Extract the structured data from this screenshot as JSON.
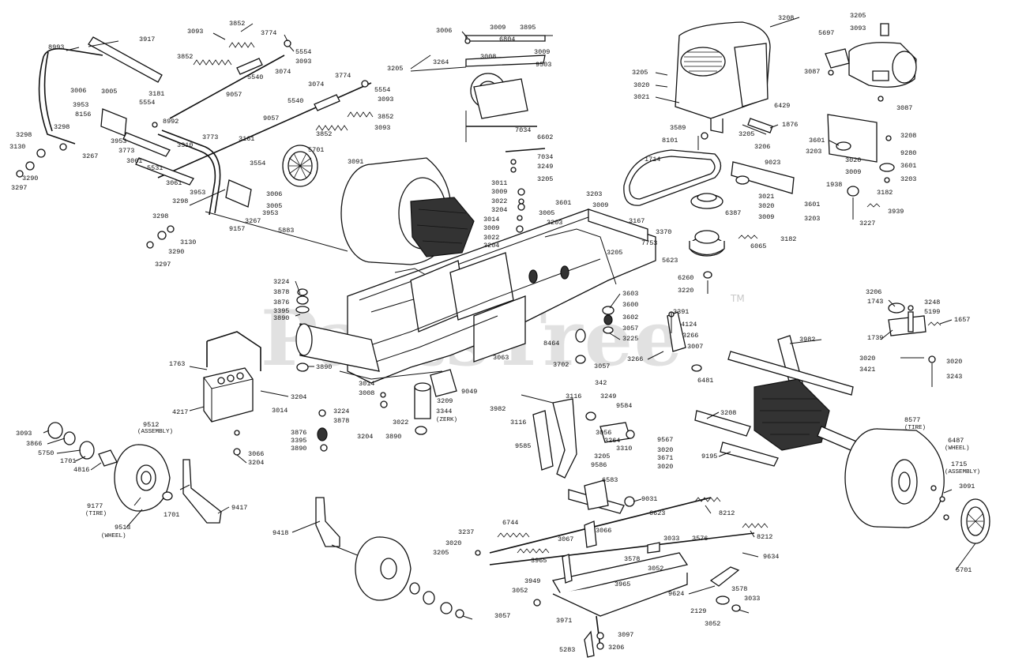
{
  "watermark": {
    "text": "PartsTree",
    "tm": "TM"
  },
  "labels": {
    "l3917": "3917",
    "l8993": "8993",
    "l3093a": "3093",
    "l3852a": "3852",
    "l3774a": "3774",
    "l5554a": "5554",
    "l3093b": "3093",
    "l3852b": "3852",
    "l5540a": "5540",
    "l3074a": "3074",
    "l9057a": "9057",
    "l3006a": "3006",
    "l3005a": "3005",
    "l3181": "3181",
    "l3953a": "3953",
    "l5554b": "5554",
    "l8156": "8156",
    "l3298a": "3298",
    "l3130a": "3130",
    "l3290a": "3290",
    "l3297a": "3297",
    "l3267a": "3267",
    "l3953b": "3953",
    "l3773a": "3773",
    "l8992": "8992",
    "l3061a": "3061",
    "l3310": "3310",
    "l5531": "5531",
    "l3773b": "3773",
    "l3161": "3161",
    "l3061b": "3061",
    "l3953c": "3953",
    "l3298b": "3298",
    "l9157": "9157",
    "l3267b": "3267",
    "l3953d": "3953",
    "l3005b": "3005",
    "l3006b": "3006",
    "l3298c": "3298",
    "l3130b": "3130",
    "l3290b": "3290",
    "l3297b": "3297",
    "l5883": "5883",
    "l3074b": "3074",
    "l3774b": "3774",
    "l5554c": "5554",
    "l3093c": "3093",
    "l5540b": "5540",
    "l9057b": "9057",
    "l3852c": "3852",
    "l3093d": "3093",
    "l3852d": "3852",
    "l5701": "5701",
    "l3554": "3554",
    "l3091": "3091",
    "l3006c": "3006",
    "l3009a": "3009",
    "l3895": "3895",
    "l6804": "6804",
    "l3205a": "3205",
    "l3264a": "3264",
    "l3008": "3008",
    "l3009b": "3009",
    "l9503": "9503",
    "l7034a": "7034",
    "l6602": "6602",
    "l7034b": "7034",
    "l3249a": "3249",
    "l3205b": "3205",
    "l3011": "3011",
    "l3009c": "3009",
    "l3022a": "3022",
    "l3204a": "3204",
    "l3014a": "3014",
    "l3009d": "3009",
    "l3022b": "3022",
    "l3204b": "3204",
    "l3005c": "3005",
    "l3203a": "3203",
    "l3601a": "3601",
    "l3203b": "3203",
    "l3009e": "3009",
    "l3167": "3167",
    "l7753": "7753",
    "l3205c": "3205",
    "l3208a": "3208",
    "l3205d": "3205",
    "l3020a": "3020",
    "l3021a": "3021",
    "l3589": "3589",
    "l6429": "6429",
    "l1876": "1876",
    "l8101": "8101",
    "l3205e": "3205",
    "l1714": "1714",
    "l3206a": "3206",
    "l9023": "9023",
    "l3021b": "3021",
    "l3020b": "3020",
    "l3009f": "3009",
    "l6387": "6387",
    "l3370": "3370",
    "l6065": "6065",
    "l3182a": "3182",
    "l5623": "5623",
    "l6260": "6260",
    "l3220": "3220",
    "l3205f": "3205",
    "l3093e": "3093",
    "l5697": "5697",
    "l3087a": "3087",
    "l3087b": "3087",
    "l3208b": "3208",
    "l3601b": "3601",
    "l3203c": "3203",
    "l3020c": "3020",
    "l9280": "9280",
    "l3009g": "3009",
    "l3601c": "3601",
    "l3203d": "3203",
    "l1938": "1938",
    "l3182b": "3182",
    "l3939": "3939",
    "l3601d": "3601",
    "l3203e": "3203",
    "l3227": "3227",
    "l3224a": "3224",
    "l3878a": "3878",
    "l3876a": "3876",
    "l3395a": "3395",
    "l3890a": "3890",
    "l3603": "3603",
    "l3600": "3600",
    "l3602": "3602",
    "l3057a": "3057",
    "l3225": "3225",
    "l3391": "3391",
    "l4124": "4124",
    "l3266a": "3266",
    "l3007": "3007",
    "l3266b": "3266",
    "l3702": "3702",
    "l3057b": "3057",
    "l342": "342",
    "l6481": "6481",
    "l3982a": "3982",
    "l3206b": "3206",
    "l1743": "1743",
    "l3248a": "3248",
    "l5199": "5199",
    "l1657": "1657",
    "l1739": "1739",
    "l3020d": "3020",
    "l3020e": "3020",
    "l3421": "3421",
    "l3243": "3243",
    "l1763": "1763",
    "l3890b": "3890",
    "l3204c": "3204",
    "l3014b": "3014",
    "l4217": "4217",
    "l3014c": "3014",
    "l3209": "3209",
    "l9049": "9049",
    "l3063": "3063",
    "l3008b": "3008",
    "l3344": "3344",
    "l3344b": "(ZERK)",
    "l3022c": "3022",
    "l8464": "8464",
    "l3224b": "3224",
    "l3878b": "3878",
    "l3876b": "3876",
    "l3395b": "3395",
    "l3890c": "3890",
    "l3204d": "3204",
    "l3890d": "3890",
    "l3066": "3066",
    "l3204e": "3204",
    "l3093f": "3093",
    "l3866": "3866",
    "l5750": "5750",
    "l1701a": "1701",
    "l4816": "4816",
    "l9512": "9512",
    "l9512b": "(ASSEMBLY)",
    "l9177": "9177",
    "l9177b": "(TIRE)",
    "l9513": "9513",
    "l9513b": "(WHEEL)",
    "l1701b": "1701",
    "l9417": "9417",
    "l9418": "9418",
    "l3116a": "3116",
    "l3249b": "3249",
    "l3982b": "3982",
    "l3116b": "3116",
    "l9584": "9584",
    "l3056": "3056",
    "l3264b": "3264",
    "l3310b": "3310",
    "l9567": "9567",
    "l3020f": "3020",
    "l3671": "3671",
    "l3020g": "3020",
    "l9585": "9585",
    "l3205g": "3205",
    "l9586": "9586",
    "l6583": "6583",
    "l9031": "9031",
    "l6623": "6623",
    "l8212a": "8212",
    "l8212b": "8212",
    "l6744": "6744",
    "l3237": "3237",
    "l3020h": "3020",
    "l3205h": "3205",
    "l3067": "3067",
    "l3066b": "3066",
    "l3033a": "3033",
    "l3576a": "3576",
    "l9634": "9634",
    "l3052a": "3052",
    "l3578": "3578",
    "l3965a": "3965",
    "l3949": "3949",
    "l3965b": "3965",
    "l3052b": "3052",
    "l9624": "9624",
    "l3578b": "3578",
    "l2129": "2129",
    "l3033b": "3033",
    "l3057c": "3057",
    "l3971": "3971",
    "l3052c": "3052",
    "l3097": "3097",
    "l5283": "5283",
    "l3206c": "3206",
    "l3208c": "3208",
    "l9195": "9195",
    "l8577": "8577",
    "l8577b": "(TIRE)",
    "l6487": "6487",
    "l6487b": "(WHEEL)",
    "l1715": "1715",
    "l1715b": "(ASSEMBLY)",
    "l3091b": "3091",
    "l5701b": "5701"
  }
}
